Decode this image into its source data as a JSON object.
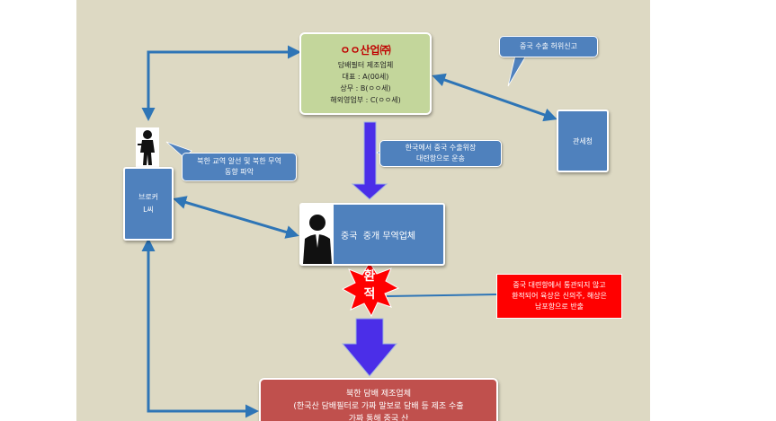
{
  "company": {
    "name": "ㅇㅇ산업㈜",
    "lines": [
      "담배필터 제조업체",
      "대표 : A(00세)",
      "상무 : B(ㅇㅇ세)",
      "해외영업부 : C(ㅇㅇ세)"
    ]
  },
  "customs_callout": "중국 수출 허위신고",
  "customs": "관세청",
  "transport_callout": [
    "한국에서 중국 수출위장",
    "대련항으로 운송"
  ],
  "broker_callout": [
    "북한 교역 알선 및 북한 무역",
    "동향 파악"
  ],
  "broker": [
    "브로커",
    "L씨"
  ],
  "trader": "중국  중개 무역업체",
  "transship": [
    "환",
    "적"
  ],
  "red_callout": [
    "중국  대련항에서 통관되지 않고",
    "환적되어  육상은 신의주, 해상은",
    "남포항으로  반출"
  ],
  "nk_factory": {
    "title": "북한 담배 제조업체",
    "lines": [
      "(한국산 담배필터로 가짜 말보로 담배 등 제조 수출",
      "가짜 통해 중국 산 "
    ]
  },
  "colors": {
    "background": "#ddd9c3",
    "company_box": "#c3d69b",
    "node_blue": "#4f81bd",
    "connector": "#2e75b6",
    "flow_arrow": "#4b2ee8",
    "red_callout": "#ff0000",
    "nk_factory_box": "#c0504d"
  }
}
